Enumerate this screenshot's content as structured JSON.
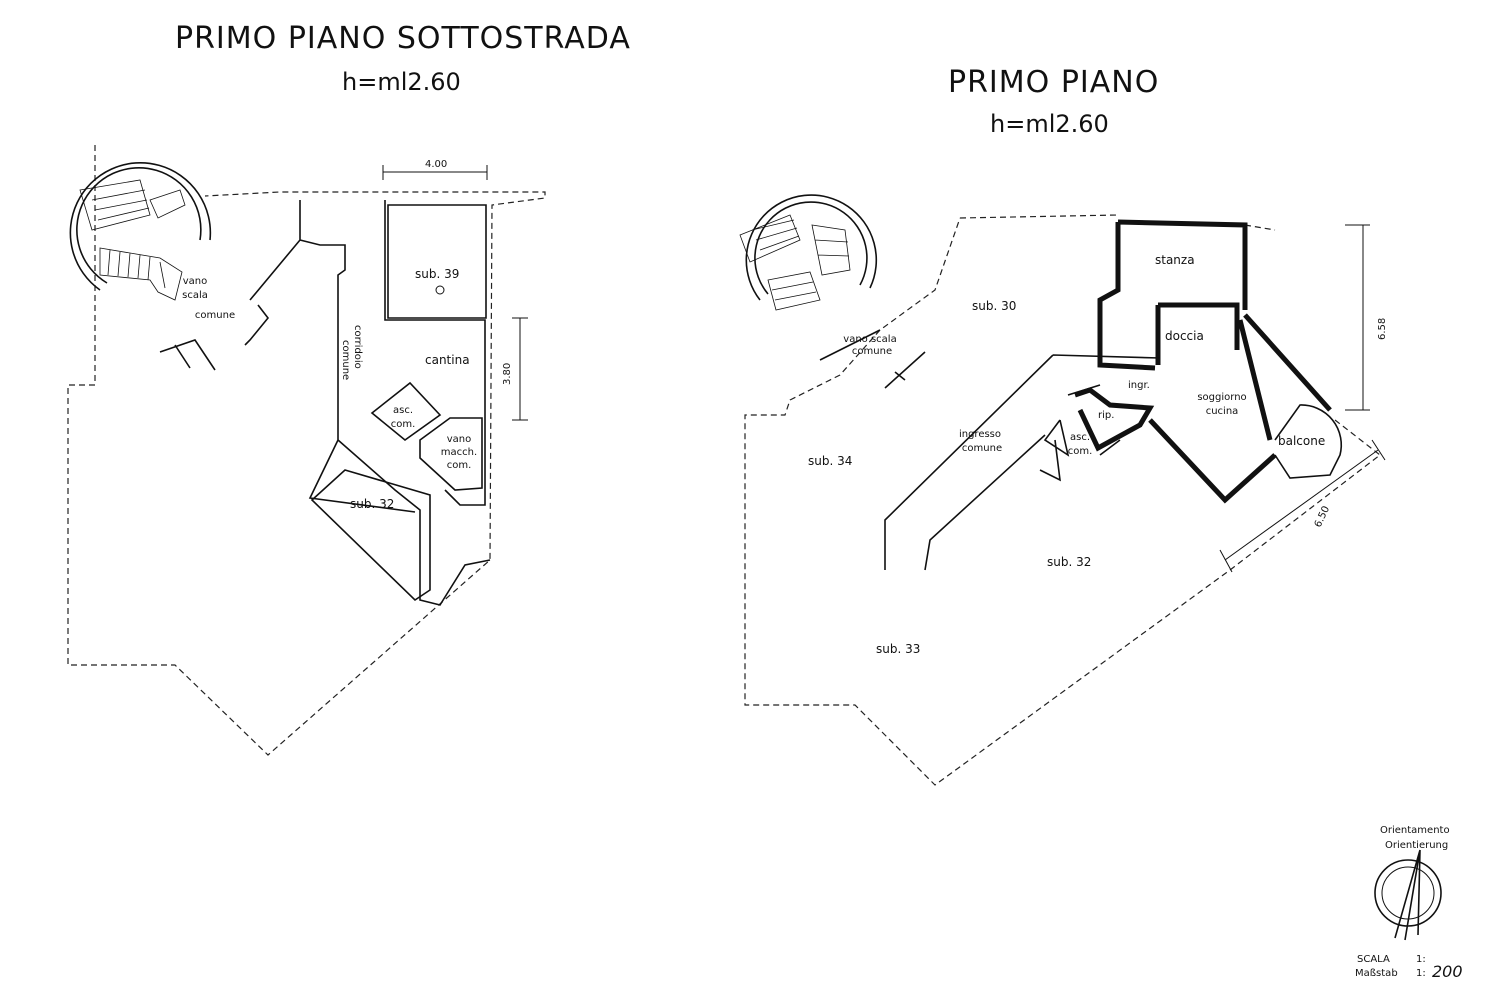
{
  "left_plan": {
    "title": "PRIMO PIANO SOTTOSTRADA",
    "height": "h=ml2.60",
    "rooms": {
      "vano_scala": [
        "vano",
        "scala",
        "comune"
      ],
      "sub39": "sub. 39",
      "cantina": "cantina",
      "corridoio": [
        "corridoio",
        "comune"
      ],
      "asc": [
        "asc.",
        "com."
      ],
      "vano_macch": [
        "vano",
        "macch.",
        "com."
      ],
      "sub32": "sub. 32"
    },
    "dims": {
      "top": "4.00",
      "side": "3.80"
    }
  },
  "right_plan": {
    "title": "PRIMO PIANO",
    "height": "h=ml2.60",
    "rooms": {
      "vano_scala": [
        "vano scala",
        "comune"
      ],
      "sub30": "sub. 30",
      "stanza": "stanza",
      "doccia": "doccia",
      "ingr": "ingr.",
      "rip": "rip.",
      "soggiorno": [
        "soggiorno",
        "cucina"
      ],
      "balcone": "balcone",
      "ingresso": [
        "ingresso",
        "comune"
      ],
      "asc": [
        "asc.",
        "com."
      ],
      "sub34": "sub. 34",
      "sub32": "sub. 32",
      "sub33": "sub. 33"
    },
    "dims": {
      "right": "6.58",
      "diag": "6.50"
    }
  },
  "legend": {
    "orient1": "Orientamento",
    "orient2": "Orientierung",
    "scala1": "SCALA",
    "scala2": "Maßstab",
    "ratio1": "1:",
    "ratio2": "1:",
    "scale_value": "200"
  }
}
